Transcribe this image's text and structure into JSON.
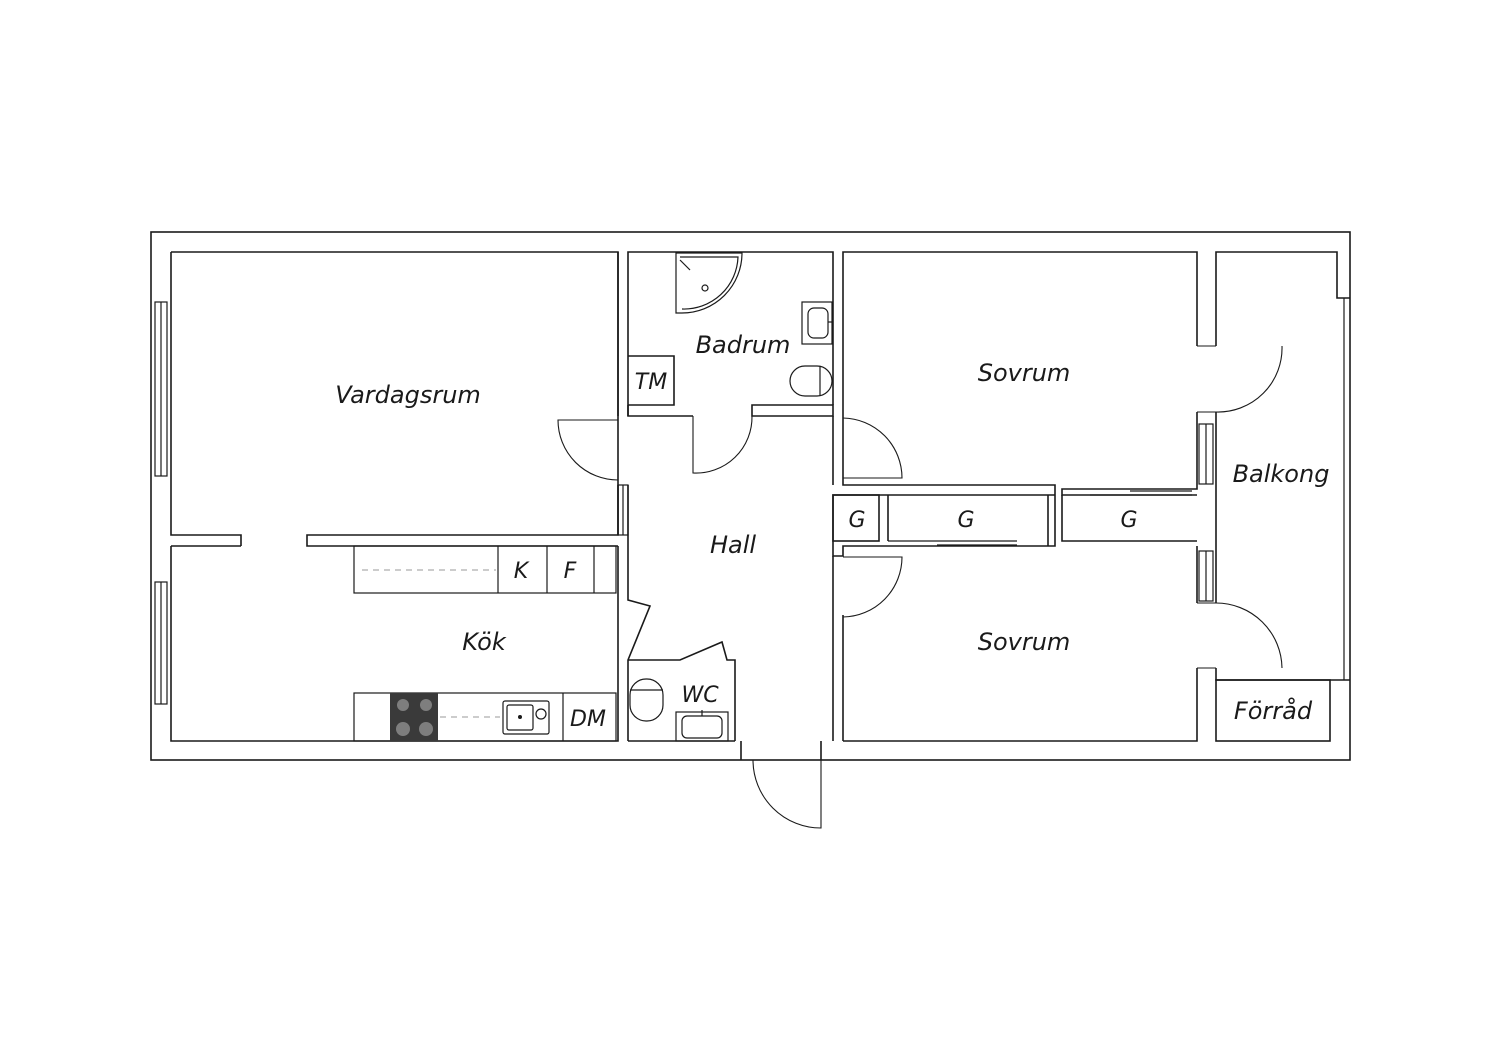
{
  "rooms": {
    "vardagsrum": "Vardagsrum",
    "badrum": "Badrum",
    "tm": "TM",
    "sovrum_top": "Sovrum",
    "balkong": "Balkong",
    "hall": "Hall",
    "kok": "Kök",
    "k": "K",
    "f": "F",
    "wc": "WC",
    "dm": "DM",
    "sovrum_bottom": "Sovrum",
    "forrad": "Förråd",
    "g_hall": "G",
    "g_mid": "G",
    "g_right": "G"
  },
  "colors": {
    "line": "#1a1a1a",
    "background": "#ffffff",
    "dash": "#9a9a9a",
    "stove": "#3a3a3a"
  }
}
